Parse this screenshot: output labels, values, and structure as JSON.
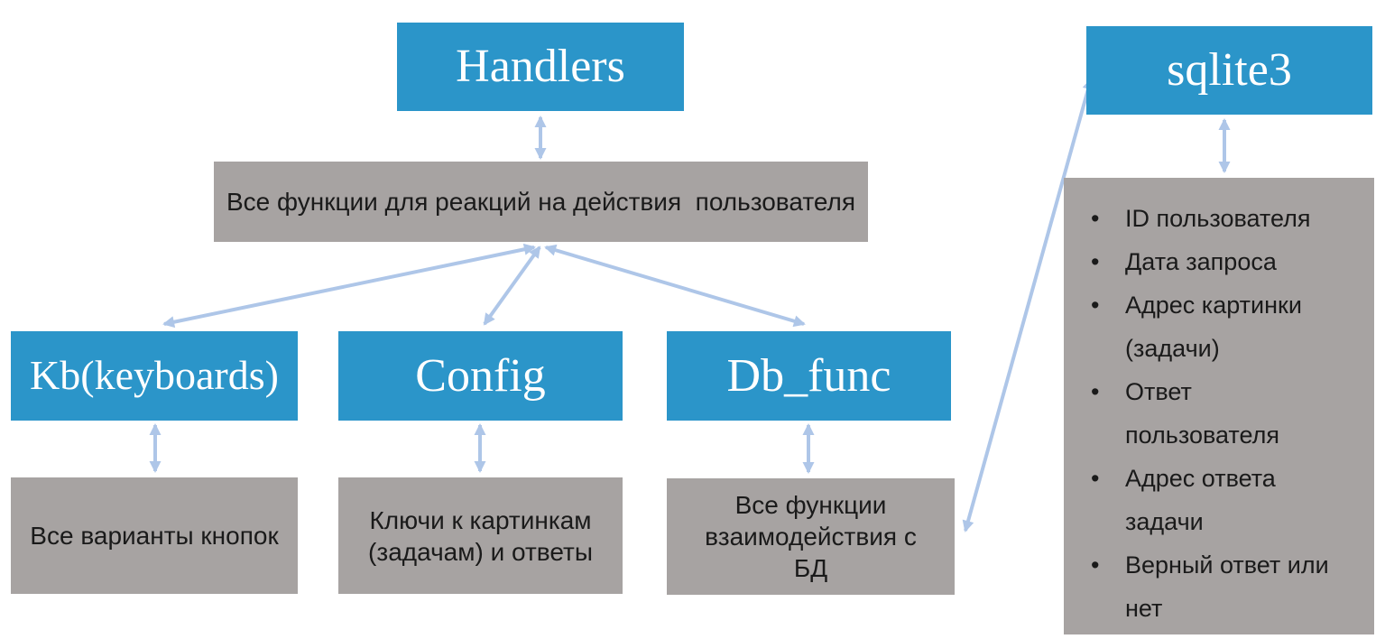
{
  "colors": {
    "node_fill": "#2b95c9",
    "desc_fill": "#a7a3a2",
    "arrow": "#aec6e8",
    "node_text": "#ffffff",
    "desc_text": "#1a1a1a",
    "background": "#ffffff"
  },
  "nodes": {
    "handlers": {
      "title": "Handlers",
      "description": "Все функции для реакций на действия  пользователя"
    },
    "kb": {
      "title": "Kb(keyboards)",
      "description": "Все варианты кнопок"
    },
    "config": {
      "title": "Config",
      "description": "Ключи к картинкам (задачам) и ответы"
    },
    "db_func": {
      "title": "Db_func",
      "description": "Все функции взаимодействия с БД"
    },
    "sqlite3": {
      "title": "sqlite3",
      "fields": [
        "ID пользователя",
        "Дата запроса",
        "Адрес картинки (задачи)",
        "Ответ пользователя",
        "Адрес ответа задачи",
        "Верный ответ или нет"
      ]
    }
  },
  "connections": [
    {
      "from": "handlers",
      "to": "handlers-description",
      "style": "double-arrow"
    },
    {
      "from": "handlers-description",
      "to": "kb",
      "style": "double-arrow"
    },
    {
      "from": "handlers-description",
      "to": "config",
      "style": "double-arrow"
    },
    {
      "from": "handlers-description",
      "to": "db_func",
      "style": "double-arrow"
    },
    {
      "from": "kb",
      "to": "kb-description",
      "style": "double-arrow"
    },
    {
      "from": "config",
      "to": "config-description",
      "style": "double-arrow"
    },
    {
      "from": "db_func",
      "to": "db_func-description",
      "style": "double-arrow"
    },
    {
      "from": "sqlite3",
      "to": "sqlite3-fields",
      "style": "double-arrow"
    },
    {
      "from": "db_func-description",
      "to": "sqlite3",
      "style": "double-arrow"
    }
  ]
}
